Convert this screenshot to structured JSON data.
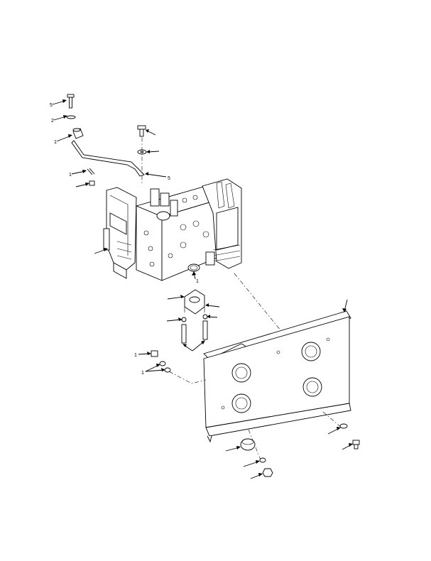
{
  "callouts": [
    {
      "key": "c1",
      "text": "5"
    },
    {
      "key": "c2",
      "text": "2"
    },
    {
      "key": "c3",
      "text": "1"
    },
    {
      "key": "c4",
      "text": "1"
    },
    {
      "key": "c5",
      "text": "5"
    },
    {
      "key": "c6",
      "text": "1"
    },
    {
      "key": "c7",
      "text": "1"
    },
    {
      "key": "c8",
      "text": "1"
    }
  ]
}
